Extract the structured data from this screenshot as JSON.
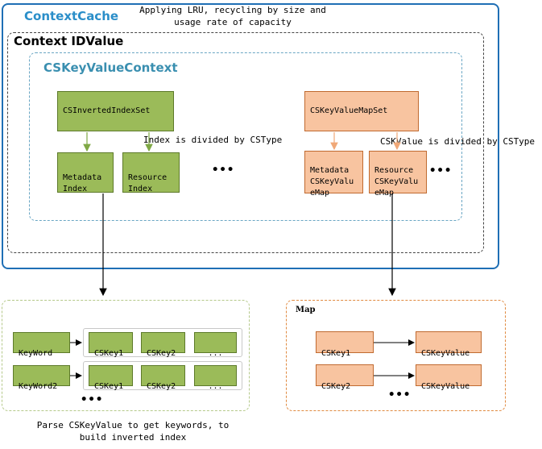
{
  "context_cache": {
    "title": "ContextCache",
    "note": "Applying LRU, recycling by size and\nusage rate of capacity"
  },
  "context_id": {
    "title": "Context IDValue"
  },
  "cskv_context": {
    "title": "CSKeyValueContext"
  },
  "inverted_set": {
    "label": "CSInvertedIndexSet",
    "note": "Index is divided by CSType"
  },
  "metadata_index": {
    "label": "Metadata\nIndex"
  },
  "resource_index": {
    "label": "Resource\nIndex"
  },
  "ellipsis_left": "•••",
  "map_set": {
    "label": "CSKeyValueMapSet",
    "note": "CSKValue is divided by CSType"
  },
  "metadata_map": {
    "label": "Metadata\nCSKeyValu\neMap"
  },
  "resource_map": {
    "label": "Resource\nCSKeyValu\neMap"
  },
  "ellipsis_right": "•••",
  "inverted_index": {
    "rows": [
      {
        "keyword": "KeyWord",
        "items": [
          "CSKey1",
          "CSKey2",
          "..."
        ]
      },
      {
        "keyword": "KeyWord2",
        "items": [
          "CSKey1",
          "CSKey2",
          "..."
        ]
      }
    ],
    "ellipsis": "•••",
    "caption": "Parse CSKeyValue to get keywords, to\nbuild inverted index"
  },
  "map": {
    "title": "Map",
    "rows": [
      {
        "key": "CSKey1",
        "value": "CSKeyValue"
      },
      {
        "key": "CSKey2",
        "value": "CSKeyValue"
      }
    ],
    "ellipsis": "•••"
  }
}
